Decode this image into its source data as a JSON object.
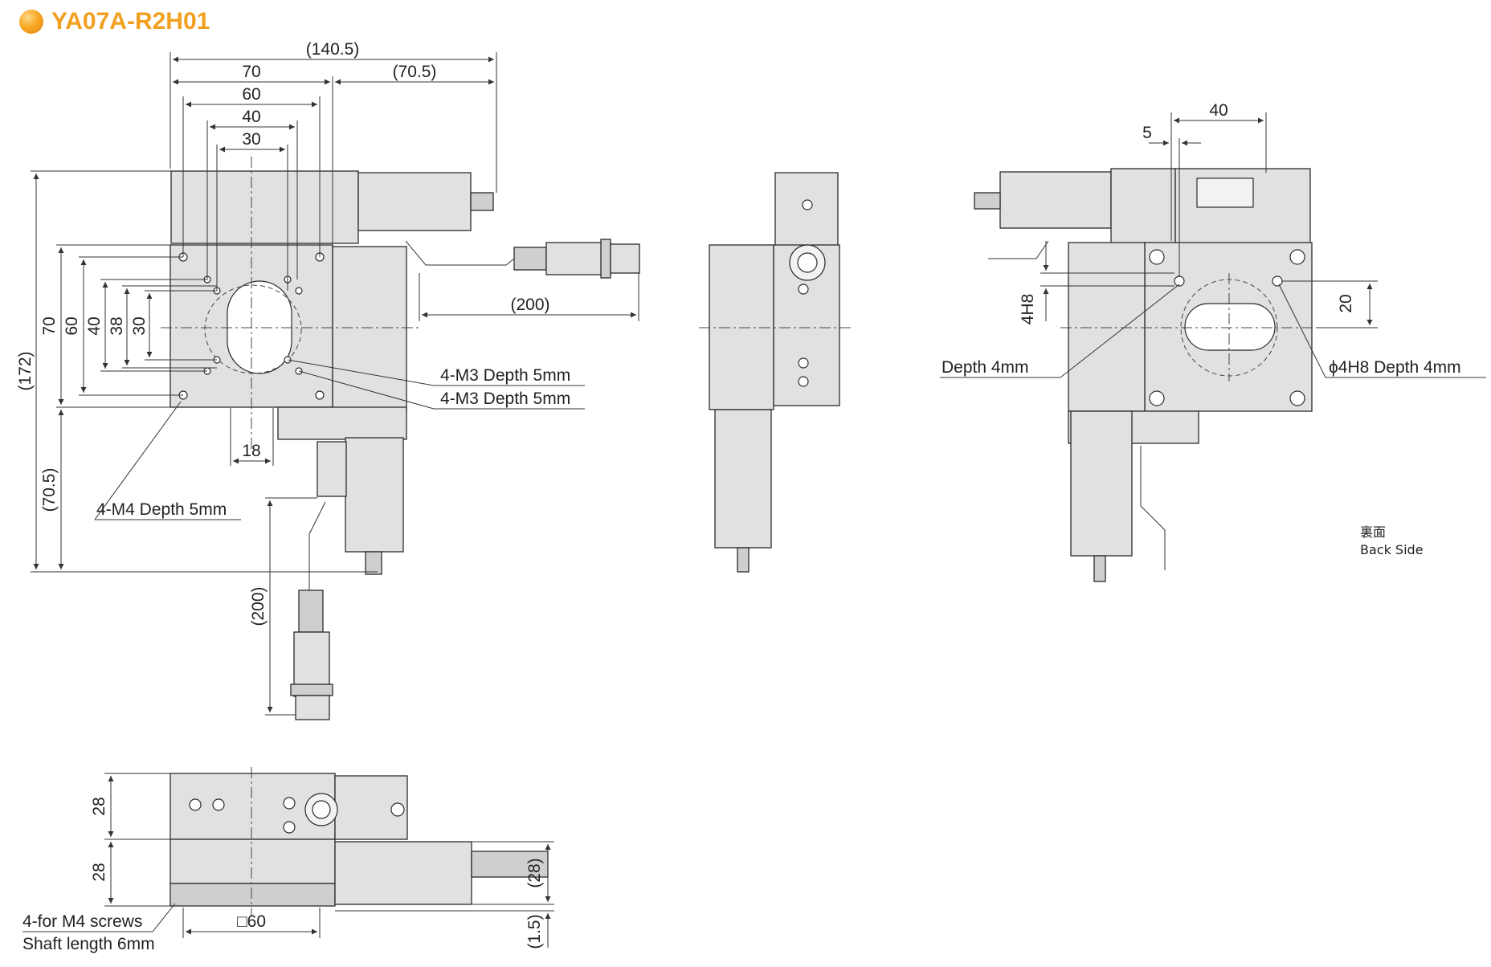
{
  "title": "YA07A-R2H01",
  "colors": {
    "title": "#f2a020",
    "part": "#e1e1e1",
    "line": "#2b2b2b"
  },
  "front_view": {
    "dims_horizontal": [
      "(140.5)",
      "70",
      "(70.5)",
      "60",
      "40",
      "30",
      "18",
      "(200)"
    ],
    "dims_vertical": [
      "(172)",
      "70",
      "60",
      "40",
      "38",
      "30",
      "(70.5)",
      "(200)"
    ],
    "callouts": [
      "4-M3 Depth 5mm",
      "4-M3 Depth 5mm",
      "4-M4 Depth 5mm"
    ]
  },
  "back_view": {
    "dims": [
      "40",
      "5",
      "4H8",
      "20"
    ],
    "callouts": [
      "Depth 4mm",
      "ϕ4H8 Depth 4mm"
    ],
    "label_jp": "裏面",
    "label_en": "Back Side"
  },
  "bottom_view": {
    "dims": [
      "28",
      "28",
      "(28)",
      "(1.5)",
      "□60"
    ],
    "callouts": [
      "4-for M4 screws",
      "Shaft length 6mm"
    ]
  }
}
